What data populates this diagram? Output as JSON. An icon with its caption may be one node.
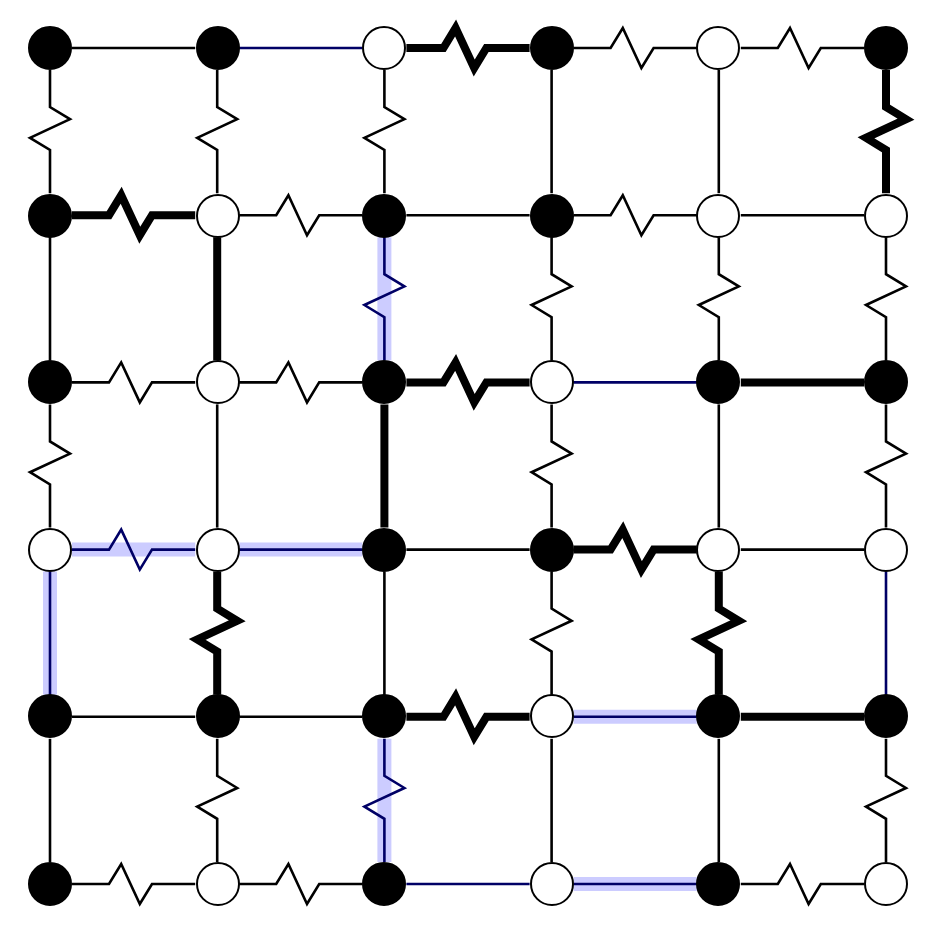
{
  "diagram": {
    "nodes": [
      {
        "text": [],
        "shape": "circle"
      },
      {
        "text": [],
        "shape": "circle"
      },
      {
        "text": [],
        "shape": "circle"
      },
      {
        "text": [],
        "shape": "circle"
      },
      {
        "text": [],
        "shape": "circle"
      },
      {
        "text": [],
        "shape": "circle"
      },
      {
        "text": [],
        "shape": "circle"
      },
      {
        "text": [],
        "shape": "circle"
      },
      {
        "text": [],
        "shape": "circle"
      },
      {
        "text": [],
        "shape": "circle"
      },
      {
        "text": [],
        "shape": "circle"
      },
      {
        "text": [],
        "shape": "circle"
      },
      {
        "text": [],
        "shape": "circle"
      },
      {
        "text": [],
        "shape": "circle"
      },
      {
        "text": [],
        "shape": "circle"
      },
      {
        "text": [],
        "shape": "circle"
      },
      {
        "text": [],
        "shape": "circle"
      },
      {
        "text": [],
        "shape": "circle"
      },
      {
        "text": [],
        "shape": "circle"
      },
      {
        "text": [],
        "shape": "circle"
      },
      {
        "text": [],
        "shape": "circle"
      },
      {
        "text": [],
        "shape": "circle"
      },
      {
        "text": [],
        "shape": "circle"
      },
      {
        "text": [],
        "shape": "circle"
      },
      {
        "text": [],
        "shape": "circle"
      },
      {
        "text": [],
        "shape": "circle"
      },
      {
        "text": [],
        "shape": "circle"
      },
      {
        "text": [],
        "shape": "circle"
      },
      {
        "text": [],
        "shape": "circle"
      },
      {
        "text": [],
        "shape": "circle"
      },
      {
        "text": [],
        "shape": "circle"
      },
      {
        "text": [],
        "shape": "circle"
      },
      {
        "text": [],
        "shape": "circle"
      },
      {
        "text": [],
        "shape": "circle"
      },
      {
        "text": [],
        "shape": "circle"
      },
      {
        "text": [],
        "shape": "circle"
      }
    ],
    "edges": [
      {
        "from": 0,
        "to": 1,
        "arrow": "none"
      },
      {
        "from": 1,
        "to": 2,
        "arrow": "none",
        "color": "#000066"
      },
      {
        "from": 2,
        "to": 3,
        "arrow": "none",
        "style": "thick"
      },
      {
        "from": 3,
        "to": 4,
        "arrow": "none"
      },
      {
        "from": 4,
        "to": 5,
        "arrow": "none"
      },
      {
        "from": 0,
        "to": 6,
        "arrow": "none"
      },
      {
        "from": 1,
        "to": 7,
        "arrow": "none"
      },
      {
        "from": 2,
        "to": 8,
        "arrow": "none"
      },
      {
        "from": 3,
        "to": 9,
        "arrow": "none"
      },
      {
        "from": 4,
        "to": 10,
        "arrow": "none"
      },
      {
        "from": 5,
        "to": 11,
        "arrow": "none",
        "style": "thick"
      },
      {
        "from": 6,
        "to": 7,
        "arrow": "none",
        "style": "thick"
      },
      {
        "from": 7,
        "to": 8,
        "arrow": "none"
      },
      {
        "from": 8,
        "to": 9,
        "arrow": "none"
      },
      {
        "from": 9,
        "to": 10,
        "arrow": "none"
      },
      {
        "from": 10,
        "to": 11,
        "arrow": "none"
      },
      {
        "from": 6,
        "to": 12,
        "arrow": "none"
      },
      {
        "from": 7,
        "to": 13,
        "arrow": "none",
        "style": "thick"
      },
      {
        "from": 8,
        "to": 14,
        "arrow": "none",
        "color": "#000066"
      },
      {
        "from": 9,
        "to": 15,
        "arrow": "none"
      },
      {
        "from": 10,
        "to": 16,
        "arrow": "none"
      },
      {
        "from": 11,
        "to": 17,
        "arrow": "none"
      },
      {
        "from": 12,
        "to": 13,
        "arrow": "none"
      },
      {
        "from": 13,
        "to": 14,
        "arrow": "none"
      },
      {
        "from": 14,
        "to": 15,
        "arrow": "none",
        "style": "thick"
      },
      {
        "from": 15,
        "to": 16,
        "arrow": "none",
        "color": "#000066"
      },
      {
        "from": 16,
        "to": 17,
        "arrow": "none",
        "style": "thick"
      },
      {
        "from": 12,
        "to": 18,
        "arrow": "none"
      },
      {
        "from": 13,
        "to": 19,
        "arrow": "none"
      },
      {
        "from": 14,
        "to": 20,
        "arrow": "none",
        "style": "thick"
      },
      {
        "from": 15,
        "to": 21,
        "arrow": "none"
      },
      {
        "from": 16,
        "to": 22,
        "arrow": "none"
      },
      {
        "from": 17,
        "to": 23,
        "arrow": "none"
      },
      {
        "from": 18,
        "to": 19,
        "arrow": "none",
        "color": "#000066"
      },
      {
        "from": 19,
        "to": 20,
        "arrow": "none",
        "color": "#000066"
      },
      {
        "from": 20,
        "to": 21,
        "arrow": "none"
      },
      {
        "from": 21,
        "to": 22,
        "arrow": "none",
        "style": "thick"
      },
      {
        "from": 22,
        "to": 23,
        "arrow": "none"
      },
      {
        "from": 18,
        "to": 24,
        "arrow": "none",
        "color": "#000066"
      },
      {
        "from": 19,
        "to": 25,
        "arrow": "none",
        "style": "thick"
      },
      {
        "from": 20,
        "to": 26,
        "arrow": "none"
      },
      {
        "from": 21,
        "to": 27,
        "arrow": "none"
      },
      {
        "from": 22,
        "to": 28,
        "arrow": "none",
        "style": "thick"
      },
      {
        "from": 23,
        "to": 29,
        "arrow": "none",
        "color": "#000066"
      },
      {
        "from": 24,
        "to": 25,
        "arrow": "none"
      },
      {
        "from": 25,
        "to": 26,
        "arrow": "none"
      },
      {
        "from": 26,
        "to": 27,
        "arrow": "none",
        "style": "thick"
      },
      {
        "from": 27,
        "to": 28,
        "arrow": "none",
        "color": "#000066"
      },
      {
        "from": 28,
        "to": 29,
        "arrow": "none",
        "style": "thick"
      },
      {
        "from": 24,
        "to": 30,
        "arrow": "none"
      },
      {
        "from": 25,
        "to": 31,
        "arrow": "none"
      },
      {
        "from": 26,
        "to": 32,
        "arrow": "none",
        "color": "#000066"
      },
      {
        "from": 27,
        "to": 33,
        "arrow": "none"
      },
      {
        "from": 28,
        "to": 34,
        "arrow": "none"
      },
      {
        "from": 29,
        "to": 35,
        "arrow": "none"
      },
      {
        "from": 30,
        "to": 31,
        "arrow": "none"
      },
      {
        "from": 31,
        "to": 32,
        "arrow": "none"
      },
      {
        "from": 32,
        "to": 33,
        "arrow": "none",
        "color": "#000066"
      },
      {
        "from": 33,
        "to": 34,
        "arrow": "none",
        "color": "#000066"
      },
      {
        "from": 34,
        "to": 35,
        "arrow": "none"
      }
    ]
  }
}
